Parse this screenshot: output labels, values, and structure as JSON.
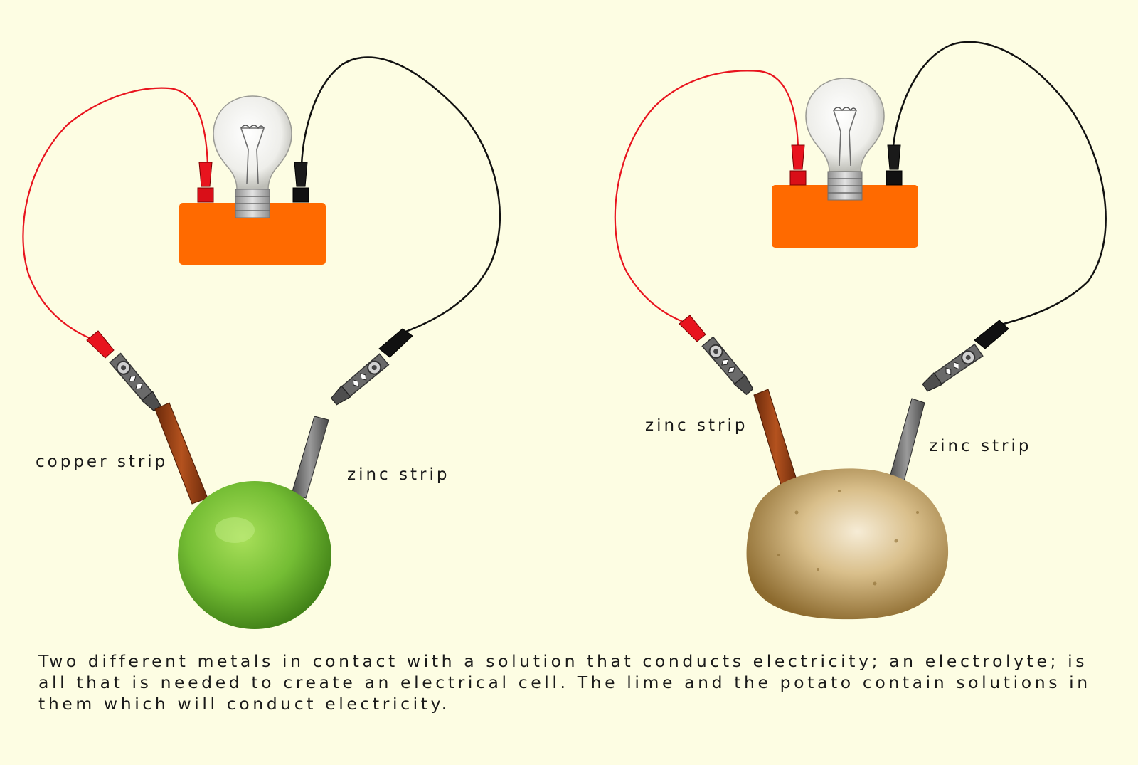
{
  "figure": {
    "left_setup": {
      "strip_left_label": "copper strip",
      "strip_right_label": "zinc strip",
      "fruit": "lime"
    },
    "right_setup": {
      "strip_left_label": "zinc strip",
      "strip_right_label": "zinc strip",
      "fruit": "potato"
    },
    "caption": "Two different metals in contact with a solution that conducts electricity; an electrolyte; is all that is needed to create an electrical cell.  The lime and the potato contain solutions in them which will conduct electricity."
  },
  "colors": {
    "background": "#fdfde3",
    "box": "#ff6a00",
    "red_wire": "#e8141e",
    "black_wire": "#111111",
    "copper": "#8a3a12",
    "zinc": "#6d6d6d",
    "lime": "#7cc43a",
    "potato": "#c7a86b"
  }
}
